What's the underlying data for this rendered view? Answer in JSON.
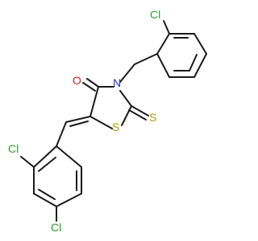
{
  "molecule": {
    "atoms": {
      "cl_top": "Cl",
      "o_carbonyl": "O",
      "n_ring": "N",
      "s_ring": "S",
      "s_thione": "S",
      "cl_ortho": "Cl",
      "cl_para": "Cl"
    },
    "colors": {
      "bond": "#1a1a1a",
      "chlorine": "#2e9e2e",
      "oxygen": "#e01b1b",
      "nitrogen": "#2233cc",
      "sulfur": "#b09a00"
    }
  }
}
